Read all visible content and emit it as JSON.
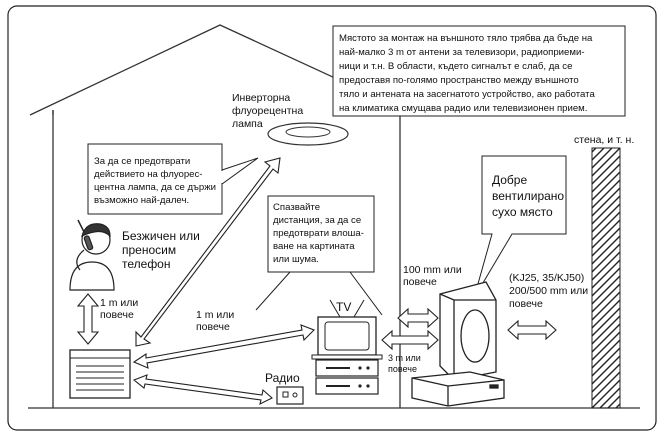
{
  "notes": {
    "outdoor_unit": [
      "Мястото за монтаж на външното тяло трябва да бъде на",
      "най-малко 3 m от антени за телевизори, радиоприеми-",
      "ници и т.н. В области, където сигналът е слаб, да се",
      "предоставя по-голямо пространство между външното",
      "тяло и антената на засегнатото устройство, ако работата",
      "на климатика смущава радио или телевизионен прием."
    ],
    "fluorescent": [
      "За да се предотврати",
      "действието на флуорес-",
      "центна лампа, да се държи",
      "възможно най-далеч."
    ],
    "distance": [
      "Спазвайте",
      "дистанция, за да се",
      "предотврати влоша-",
      "ване на картината",
      "или шума."
    ]
  },
  "labels": {
    "lamp": [
      "Инверторна",
      "флуорецентна",
      "лампа"
    ],
    "phone": [
      "Безжичен или",
      "преносим",
      "телефон"
    ],
    "wall": "стена, и т. н.",
    "ventilated": [
      "Добре",
      "вентилирано",
      "сухо място"
    ],
    "tv": "TV",
    "radio": "Радио",
    "phone_dist": [
      "1 m или",
      "повече"
    ],
    "lamp_dist": [
      "1 m или",
      "повече"
    ],
    "outdoor_gap": [
      "100 mm или",
      "повече"
    ],
    "outdoor_3m": [
      "3 m или",
      "повече"
    ],
    "model_gap": [
      "(KJ25, 35/KJ50)",
      "200/500 mm или",
      "повече"
    ]
  },
  "icons": [
    "indoor-unit",
    "outdoor-unit",
    "television",
    "video-recorder",
    "radio",
    "ceiling-lamp",
    "person-with-phone",
    "double-arrow",
    "hatched-wall"
  ]
}
